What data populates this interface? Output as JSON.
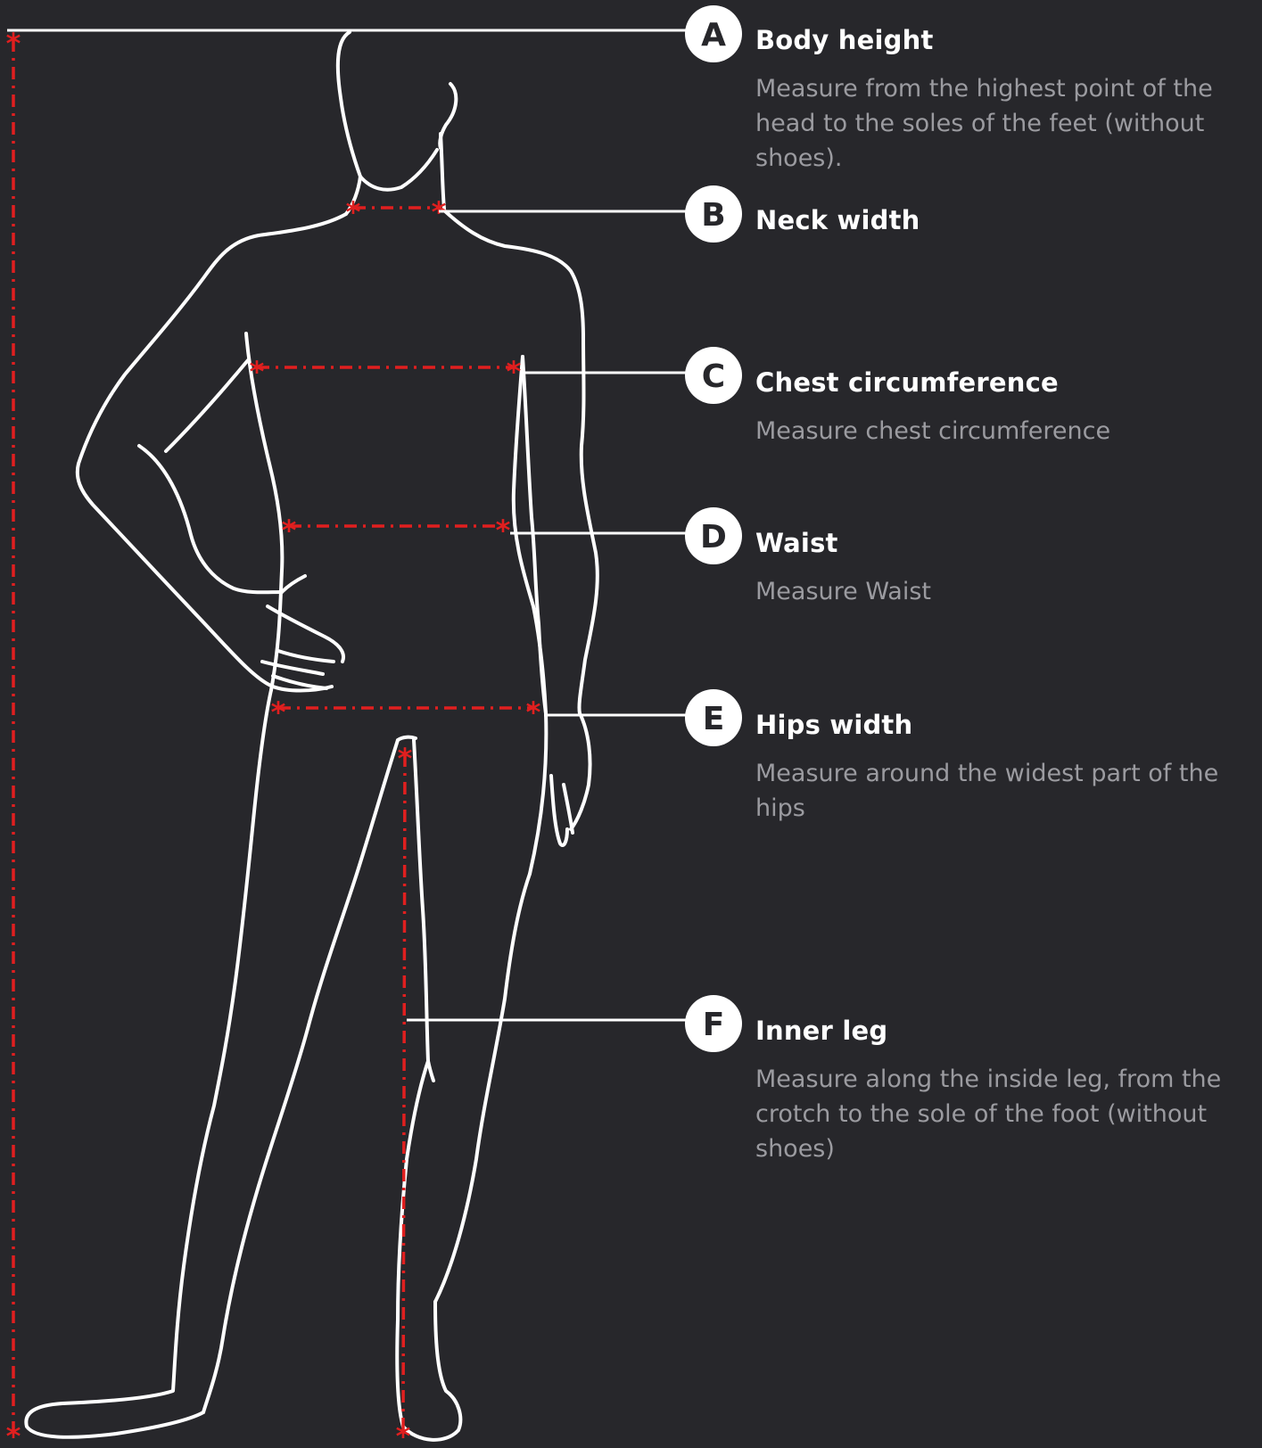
{
  "measurements": [
    {
      "letter": "A",
      "title": "Body height",
      "description": "Measure from the highest point of the head to the soles of the feet (without shoes)."
    },
    {
      "letter": "B",
      "title": "Neck width",
      "description": ""
    },
    {
      "letter": "C",
      "title": "Chest circumference",
      "description": "Measure chest circumference"
    },
    {
      "letter": "D",
      "title": "Waist",
      "description": "Measure Waist"
    },
    {
      "letter": "E",
      "title": "Hips width",
      "description": "Measure around the widest part of the hips"
    },
    {
      "letter": "F",
      "title": "Inner leg",
      "description": "Measure along the inside leg, from the crotch to the sole of the foot (without shoes)"
    }
  ],
  "colors": {
    "background": "#27272b",
    "outline": "#ffffff",
    "measure_line": "#e01f1f",
    "description_text": "#9b9ba0"
  }
}
